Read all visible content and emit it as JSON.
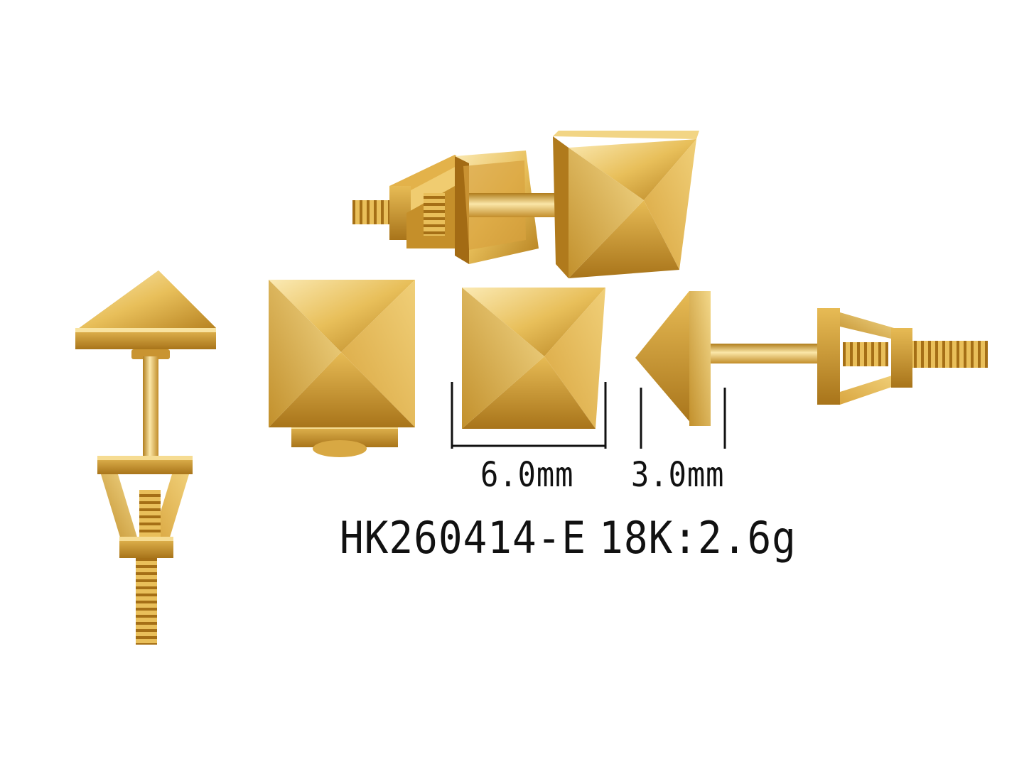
{
  "dimensions": {
    "width_label": "6.0mm",
    "depth_label": "3.0mm"
  },
  "caption": {
    "model": "HK260414-E",
    "spec": "18K:2.6g"
  },
  "colors": {
    "gold_light": "#f6df9a",
    "gold_mid": "#e2b44a",
    "gold_dark": "#b07d1c",
    "gold_deep": "#8a5a0c",
    "background": "#ffffff",
    "text": "#111111"
  }
}
